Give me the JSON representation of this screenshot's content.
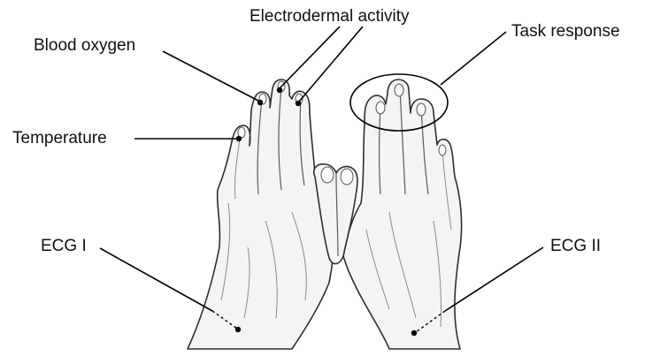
{
  "labels": {
    "electrodermal": "Electrodermal activity",
    "blood_oxygen": "Blood oxygen",
    "task_response": "Task response",
    "temperature": "Temperature",
    "ecg1": "ECG I",
    "ecg2": "ECG II"
  },
  "sensor_points": [
    {
      "name": "electrodermal-point"
    },
    {
      "name": "blood-oxygen-point"
    },
    {
      "name": "middle-finger-point"
    },
    {
      "name": "temperature-point"
    },
    {
      "name": "ecg1-point"
    },
    {
      "name": "ecg2-point"
    }
  ]
}
